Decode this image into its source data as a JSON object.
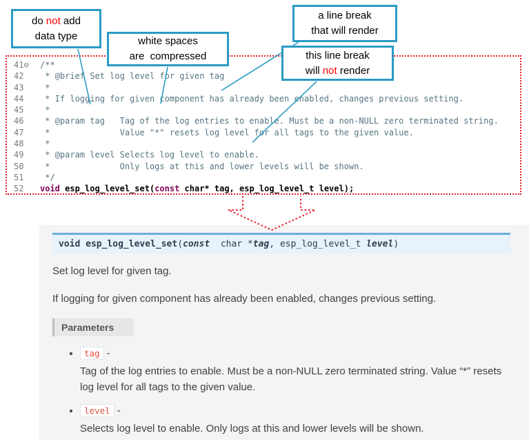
{
  "callouts": {
    "c1": {
      "line1": [
        {
          "t": "do ",
          "s": ""
        },
        {
          "t": "not",
          "s": "red"
        },
        {
          "t": " add",
          "s": ""
        }
      ],
      "line2": [
        {
          "t": "data type",
          "s": ""
        }
      ]
    },
    "c2": {
      "line1": [
        {
          "t": "white spaces",
          "s": ""
        }
      ],
      "line2": [
        {
          "t": "are  compressed",
          "s": ""
        }
      ]
    },
    "c3": {
      "line1": [
        {
          "t": "a line break",
          "s": ""
        }
      ],
      "line2": [
        {
          "t": "that will render",
          "s": ""
        }
      ]
    },
    "c4": {
      "line1": [
        {
          "t": "this line break",
          "s": ""
        }
      ],
      "line2": [
        {
          "t": "will ",
          "s": ""
        },
        {
          "t": "not",
          "s": "red"
        },
        {
          "t": " render",
          "s": ""
        }
      ]
    }
  },
  "code": {
    "lines": [
      {
        "no": "41⊖",
        "text": "/**"
      },
      {
        "no": "42",
        "text": " * @brief Set log level for given tag"
      },
      {
        "no": "43",
        "text": " *"
      },
      {
        "no": "44",
        "text": " * If logging for given component has already been enabled, changes previous setting."
      },
      {
        "no": "45",
        "text": " *"
      },
      {
        "no": "46",
        "text": " * @param tag   Tag of the log entries to enable. Must be a non-NULL zero terminated string."
      },
      {
        "no": "47",
        "text": " *              Value \"*\" resets log level for all tags to the given value."
      },
      {
        "no": "48",
        "text": " *"
      },
      {
        "no": "49",
        "text": " * @param level Selects log level to enable."
      },
      {
        "no": "50",
        "text": " *              Only logs at this and lower levels will be shown."
      },
      {
        "no": "51",
        "text": " */"
      },
      {
        "no": "52",
        "tokens": [
          {
            "t": "void",
            "s": "kw"
          },
          {
            "t": " esp_log_level_set(",
            "s": "code"
          },
          {
            "t": "const",
            "s": "kw"
          },
          {
            "t": " char* tag, esp_log_level_t level);",
            "s": "code"
          }
        ]
      }
    ]
  },
  "doc": {
    "signature": [
      {
        "t": "void",
        "s": "sig-kw"
      },
      {
        "t": " ",
        "s": ""
      },
      {
        "t": "esp_log_level_set",
        "s": "sig-name"
      },
      {
        "t": "(",
        "s": ""
      },
      {
        "t": "const",
        "s": "sig-kwi"
      },
      {
        "t": "  char *",
        "s": ""
      },
      {
        "t": "tag",
        "s": "sig-param"
      },
      {
        "t": ", ",
        "s": ""
      },
      {
        "t": "esp_log_level_t ",
        "s": ""
      },
      {
        "t": "level",
        "s": "sig-param"
      },
      {
        "t": ")",
        "s": ""
      }
    ],
    "p1": "Set log level for given tag.",
    "p2": "If logging for given component has already been enabled, changes previous setting.",
    "params_label": "Parameters",
    "items": [
      {
        "name": "tag",
        "sep": " -",
        "desc": "Tag of the log entries to enable. Must be a non-NULL zero terminated string. Value “*” resets log level for all tags to the given value."
      },
      {
        "name": "level",
        "sep": " -",
        "desc": "Selects log level to enable. Only logs at this and lower levels will be shown."
      }
    ]
  }
}
